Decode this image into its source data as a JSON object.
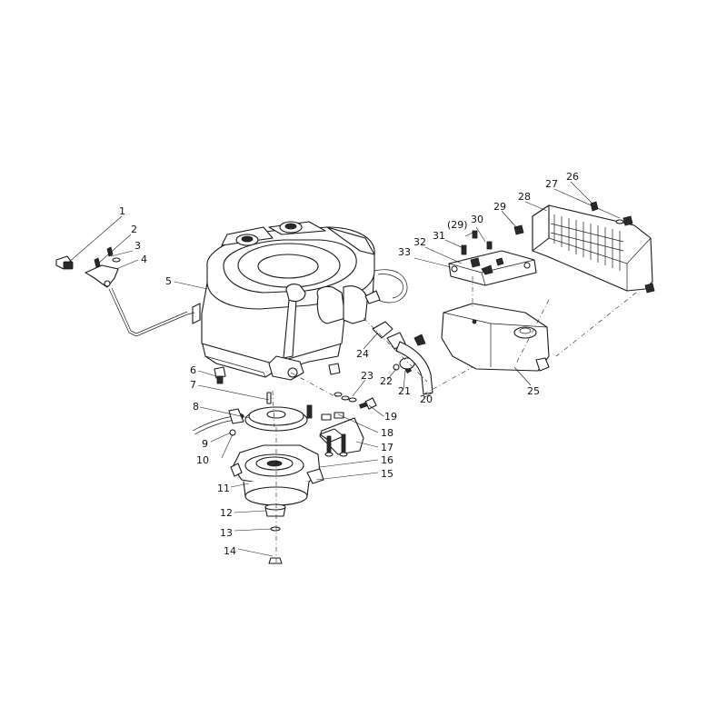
{
  "colors": {
    "line": "#1a1a1a",
    "background": "#ffffff"
  },
  "callouts": [
    {
      "id": "c1",
      "label": "1"
    },
    {
      "id": "c2",
      "label": "2"
    },
    {
      "id": "c3",
      "label": "3"
    },
    {
      "id": "c4",
      "label": "4"
    },
    {
      "id": "c5",
      "label": "5"
    },
    {
      "id": "c6",
      "label": "6"
    },
    {
      "id": "c7",
      "label": "7"
    },
    {
      "id": "c8",
      "label": "8"
    },
    {
      "id": "c9",
      "label": "9"
    },
    {
      "id": "c10",
      "label": "10"
    },
    {
      "id": "c11",
      "label": "11"
    },
    {
      "id": "c12",
      "label": "12"
    },
    {
      "id": "c13",
      "label": "13"
    },
    {
      "id": "c14",
      "label": "14"
    },
    {
      "id": "c15",
      "label": "15"
    },
    {
      "id": "c16",
      "label": "16"
    },
    {
      "id": "c17",
      "label": "17"
    },
    {
      "id": "c18",
      "label": "18"
    },
    {
      "id": "c19",
      "label": "19"
    },
    {
      "id": "c20",
      "label": "20"
    },
    {
      "id": "c21",
      "label": "21"
    },
    {
      "id": "c22",
      "label": "22"
    },
    {
      "id": "c23",
      "label": "23"
    },
    {
      "id": "c24",
      "label": "24"
    },
    {
      "id": "c25",
      "label": "25"
    },
    {
      "id": "c26",
      "label": "26"
    },
    {
      "id": "c27",
      "label": "27"
    },
    {
      "id": "c28",
      "label": "28"
    },
    {
      "id": "c29",
      "label": "29"
    },
    {
      "id": "c29b",
      "label": "(29)"
    },
    {
      "id": "c30",
      "label": "30"
    },
    {
      "id": "c31",
      "label": "31"
    },
    {
      "id": "c32",
      "label": "32"
    },
    {
      "id": "c33",
      "label": "33"
    }
  ]
}
